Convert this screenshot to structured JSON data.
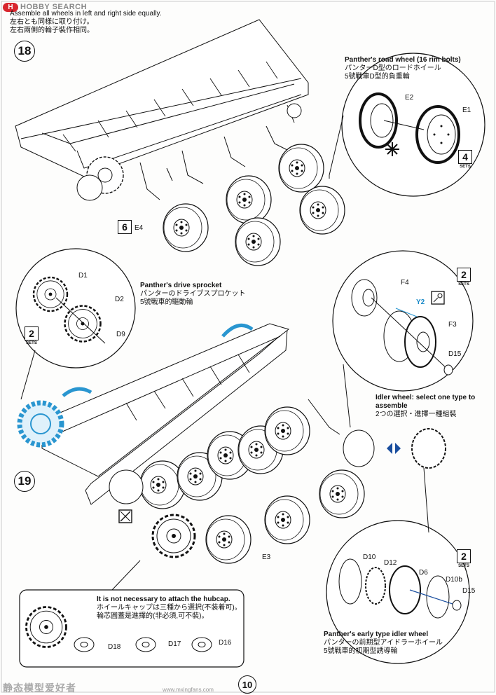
{
  "logo": {
    "mark": "H",
    "text": "HOBBY SEARCH"
  },
  "header": {
    "line1": "Assemble all wheels in left and right side equally.",
    "line2": "左右とも同様に取り付け。",
    "line3": "左右兩側的輪子裝作相同。"
  },
  "steps": {
    "step18": "⑱",
    "step19": "⑲",
    "step18_num": "18",
    "step19_num": "19"
  },
  "road_wheel": {
    "title_en": "Panther's road wheel (16 rim bolts)",
    "title_ja": "パンターD型のロードホイール",
    "title_zh": "5號戰車D型的負重輪",
    "parts": [
      "E2",
      "E1"
    ],
    "sets": "4"
  },
  "step18_parts": {
    "e4": "E4",
    "qty": "6"
  },
  "sprocket": {
    "title_en": "Panther's drive sprocket",
    "title_ja": "パンターのドライブスプロケット",
    "title_zh": "5號戰車的驅動輪",
    "parts": [
      "D1",
      "D2",
      "D9"
    ],
    "sets": "2"
  },
  "idler": {
    "parts": [
      "F4",
      "Y2",
      "F3",
      "D15"
    ],
    "sets": "2",
    "select_en_1": "Idler wheel: select one type to",
    "select_en_2": "assemble",
    "select_ja": "2つの選択・進擇一種組裝"
  },
  "step19_parts": {
    "e3": "E3"
  },
  "early_idler": {
    "parts": [
      "D10",
      "D12",
      "D6",
      "D10b",
      "D15"
    ],
    "sets": "2",
    "title_en": "Panther's early type idler wheel",
    "title_ja": "パンターの前期型アイドラーホイール",
    "title_zh": "5號戰車的初期型誘導輪"
  },
  "hubcap": {
    "line1": "It is not necessary to attach the hubcap.",
    "line2": "ホイールキャップは三種から選択(不装着可)。",
    "line3": "輪芯圓蓋是進擇的(非必須,可不裝)。",
    "parts": [
      "D18",
      "D17",
      "D16"
    ]
  },
  "page_number": "10",
  "watermark": "静态模型爱好者",
  "watermark_url": "www.mxingfans.com",
  "sets_label": "SETS",
  "colors": {
    "highlight": "#2a96d0",
    "ink": "#111111"
  }
}
